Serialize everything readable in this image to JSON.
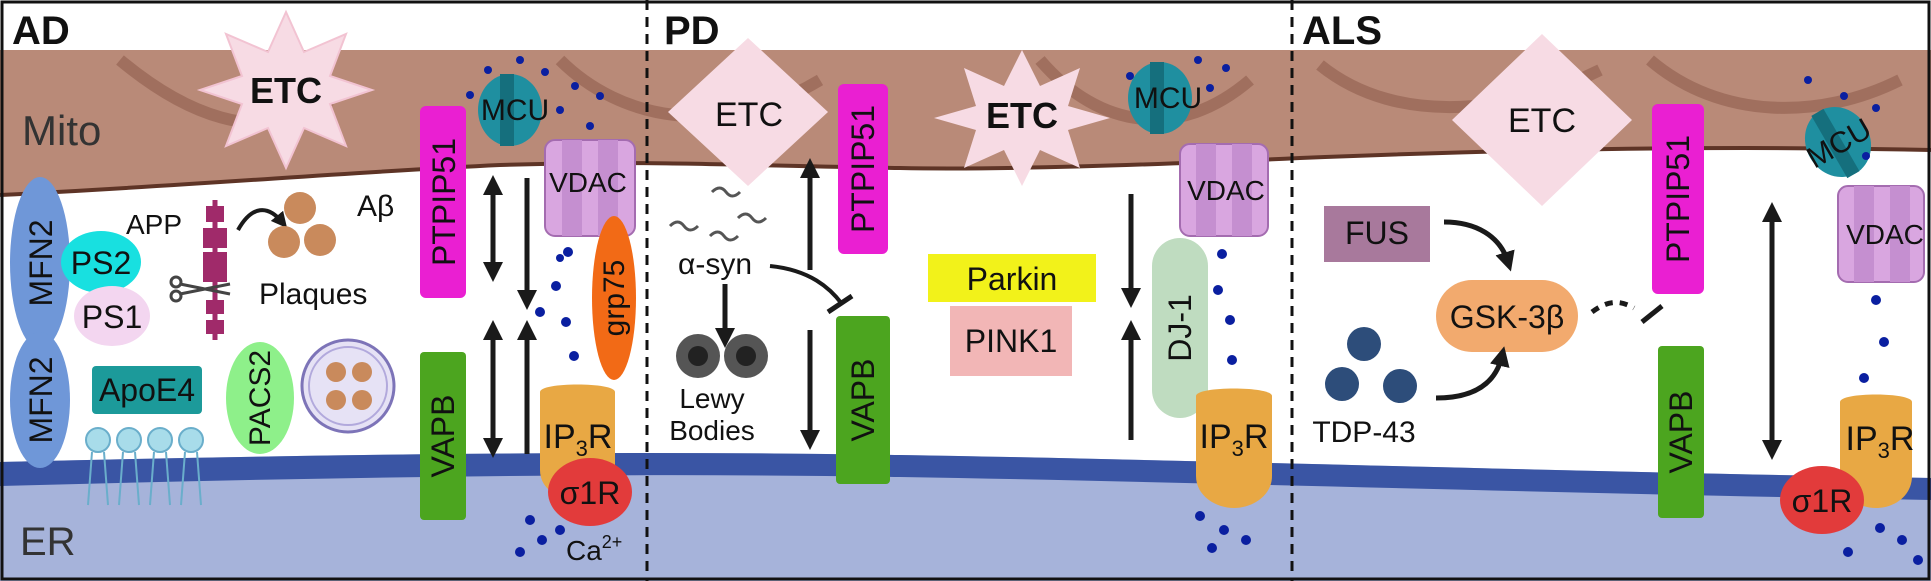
{
  "panels": {
    "ad": {
      "title": "AD"
    },
    "pd": {
      "title": "PD"
    },
    "als": {
      "title": "ALS"
    }
  },
  "compartments": {
    "mito": "Mito",
    "er": "ER"
  },
  "labels": {
    "etc": "ETC",
    "mcu": "MCU",
    "vdac": "VDAC",
    "ptpip51": "PTPIP51",
    "vapb": "VAPB",
    "ip3r_main": "IP",
    "ip3r_sub": "3",
    "ip3r_tail": "R",
    "sigma1r": "σ1R",
    "grp75": "grp75",
    "mfn2": "MFN2",
    "ps2": "PS2",
    "ps1": "PS1",
    "app": "APP",
    "abeta": "Aβ",
    "plaques": "Plaques",
    "apoe4": "ApoE4",
    "pacs2": "PACS2",
    "ca_main": "Ca",
    "ca_sup": "2+",
    "asyn": "α-syn",
    "lewy1": "Lewy",
    "lewy2": "Bodies",
    "parkin": "Parkin",
    "pink1": "PINK1",
    "dj1": "DJ-1",
    "fus": "FUS",
    "gsk3b": "GSK-3β",
    "tdp43": "TDP-43"
  },
  "colors": {
    "mito": "#b98a78",
    "mito_dark": "#8d5a48",
    "er": "#a6b3da",
    "er_dark": "#3a55a4",
    "etc": "#f7dbe4",
    "mcu": "#1f8fa0",
    "vdac": "#d9a6e0",
    "ptpip51": "#ea1fd2",
    "vapb": "#4ca51f",
    "ip3r": "#e8a844",
    "sigma1r": "#e23b3b",
    "grp75": "#f26a16",
    "mfn2": "#6f97d8",
    "ps2": "#18e0e0",
    "ps1": "#f3d6f0",
    "apoe4": "#1c9a9a",
    "pacs2": "#8ef08a",
    "parkin": "#f2f21a",
    "pink1": "#f2b6b6",
    "dj1": "#bfdcc0",
    "fus": "#a8799c",
    "gsk3b": "#f2aa6e",
    "ca": "#0a1fa0"
  }
}
